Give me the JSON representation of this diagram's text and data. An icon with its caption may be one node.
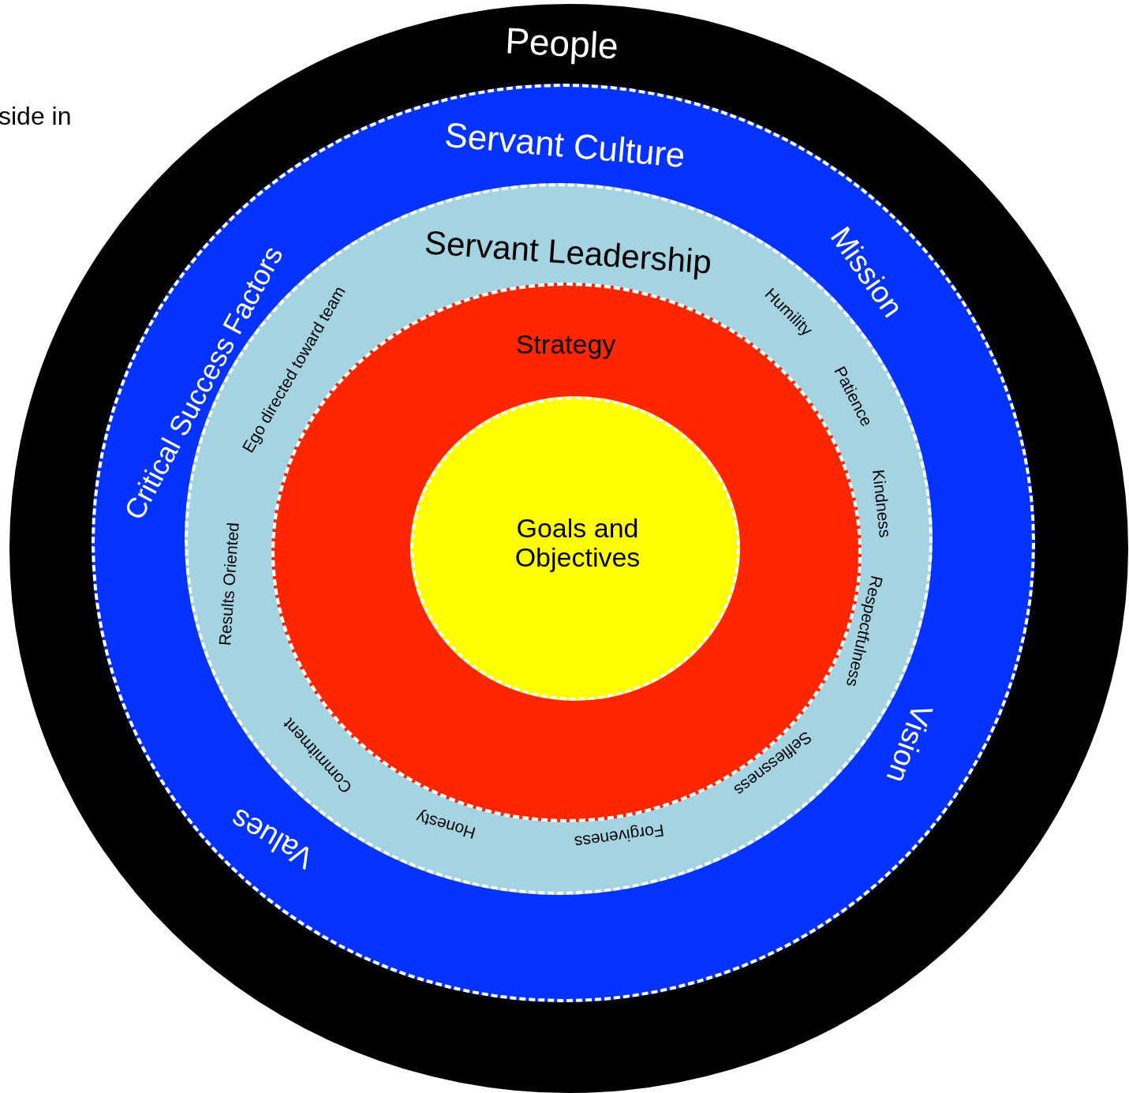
{
  "diagram": {
    "nodes": [
      {
        "text": [
          "People"
        ]
      },
      {
        "text": [
          "Servant Culture"
        ],
        "in": 0
      },
      {
        "text": [
          "Servant Leadership"
        ],
        "in": 1
      },
      {
        "text": [
          "Strategy"
        ],
        "in": 2
      },
      {
        "text": [
          "Goals and Objectives"
        ],
        "in": 3
      }
    ],
    "labels": [
      "side in",
      "Critical Success Factors",
      "Mission",
      "Ego directed toward team",
      "Humility",
      "Patience",
      "Kindness",
      "Results Oriented",
      "Respectfulness",
      "Commitment",
      "Selflessness",
      "Vision",
      "Values",
      "Honesty",
      "Forgiveness"
    ]
  }
}
